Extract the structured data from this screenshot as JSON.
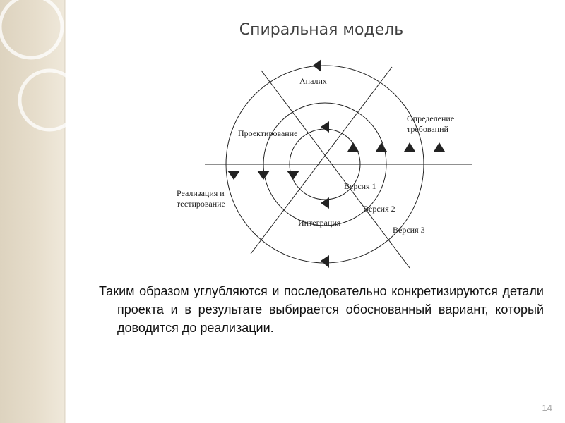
{
  "slide": {
    "title": "Спиральная модель",
    "number": "14",
    "body": "Таким образом углубляются и последовательно конкретизируются детали проекта и в результате выбирается обоснованный вариант, который доводится до реализации."
  },
  "diagram": {
    "labels": {
      "analysis": "Аналих",
      "requirements_1": "Определение",
      "requirements_2": "требований",
      "design": "Проектирование",
      "implementation_1": "Реализация и",
      "implementation_2": "тестирование",
      "integration": "Интеграция",
      "version_1": "Версия 1",
      "version_2": "Версия 2",
      "version_3": "Версия 3"
    }
  },
  "colors": {
    "sidebar": "#e6ddcb",
    "ink": "#222222",
    "title": "#404040"
  }
}
